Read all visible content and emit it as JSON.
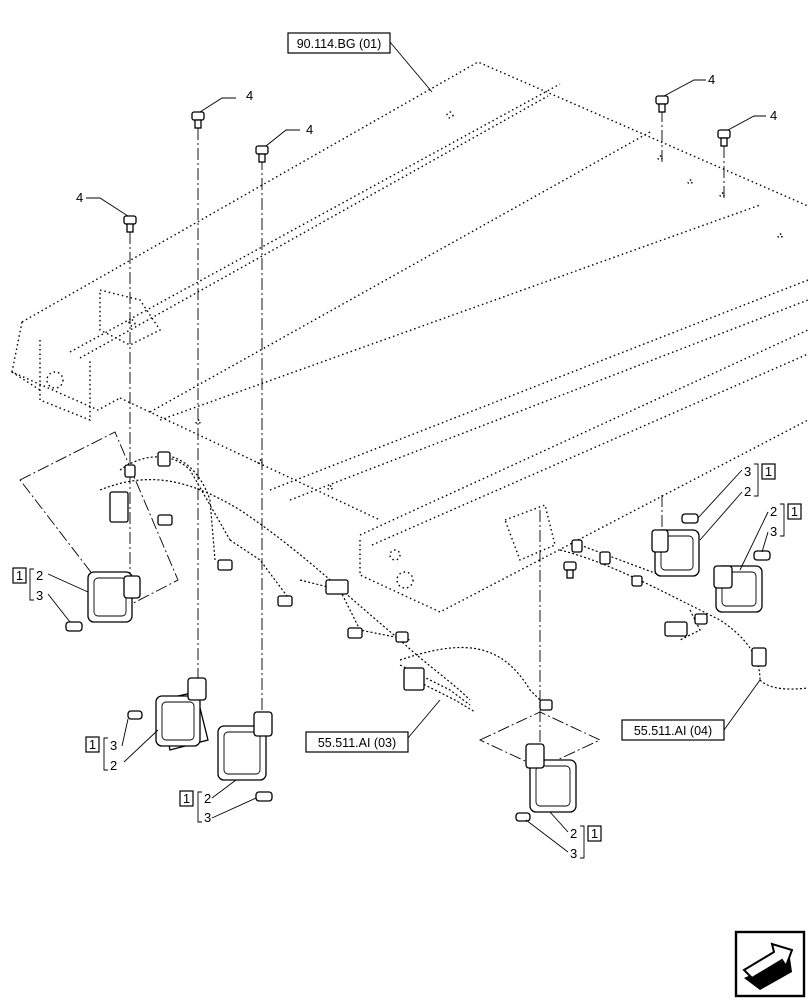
{
  "references": {
    "top": "90.114.BG (01)",
    "harness_left": "55.511.AI (03)",
    "harness_right": "55.511.AI (04)"
  },
  "callouts": {
    "bolt": "4",
    "lamp": "2",
    "bulb": "3",
    "kit": "1"
  },
  "icons": [
    "next-page-arrow-icon"
  ]
}
